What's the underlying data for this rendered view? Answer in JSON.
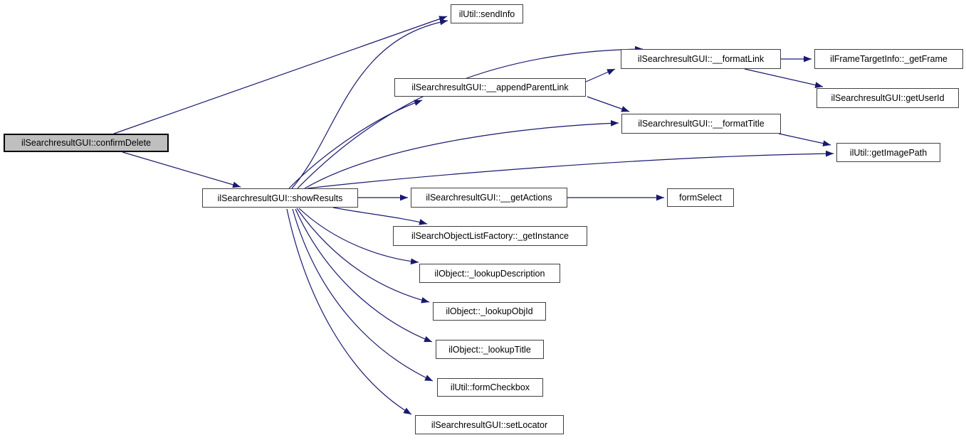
{
  "diagram": {
    "type": "call-graph",
    "background_color": "#ffffff",
    "edge_color": "#191970",
    "node_border_color": "#404040",
    "current_node_fill": "#bfbfbf",
    "nodes": {
      "confirmDelete": {
        "label": "ilSearchresultGUI::confirmDelete",
        "variant": "current"
      },
      "sendInfo": {
        "label": "ilUtil::sendInfo"
      },
      "showResults": {
        "label": "ilSearchresultGUI::showResults"
      },
      "appendParentLink": {
        "label": "ilSearchresultGUI::__appendParentLink"
      },
      "formatLink": {
        "label": "ilSearchresultGUI::__formatLink"
      },
      "getFrame": {
        "label": "ilFrameTargetInfo::_getFrame"
      },
      "getUserId": {
        "label": "ilSearchresultGUI::getUserId"
      },
      "formatTitle": {
        "label": "ilSearchresultGUI::__formatTitle"
      },
      "getImagePath": {
        "label": "ilUtil::getImagePath"
      },
      "getActions": {
        "label": "ilSearchresultGUI::__getActions"
      },
      "formSelect": {
        "label": "formSelect"
      },
      "getInstance": {
        "label": "ilSearchObjectListFactory::_getInstance"
      },
      "lookupDescription": {
        "label": "ilObject::_lookupDescription"
      },
      "lookupObjId": {
        "label": "ilObject::_lookupObjId"
      },
      "lookupTitle": {
        "label": "ilObject::_lookupTitle"
      },
      "formCheckbox": {
        "label": "ilUtil::formCheckbox"
      },
      "setLocator": {
        "label": "ilSearchresultGUI::setLocator"
      }
    },
    "edges": [
      {
        "from": "confirmDelete",
        "to": "sendInfo"
      },
      {
        "from": "confirmDelete",
        "to": "showResults"
      },
      {
        "from": "showResults",
        "to": "sendInfo"
      },
      {
        "from": "showResults",
        "to": "formatLink"
      },
      {
        "from": "showResults",
        "to": "appendParentLink"
      },
      {
        "from": "showResults",
        "to": "formatTitle"
      },
      {
        "from": "showResults",
        "to": "getImagePath"
      },
      {
        "from": "showResults",
        "to": "getActions"
      },
      {
        "from": "showResults",
        "to": "getInstance"
      },
      {
        "from": "showResults",
        "to": "lookupDescription"
      },
      {
        "from": "showResults",
        "to": "lookupObjId"
      },
      {
        "from": "showResults",
        "to": "lookupTitle"
      },
      {
        "from": "showResults",
        "to": "formCheckbox"
      },
      {
        "from": "showResults",
        "to": "setLocator"
      },
      {
        "from": "appendParentLink",
        "to": "formatLink"
      },
      {
        "from": "appendParentLink",
        "to": "formatTitle"
      },
      {
        "from": "formatLink",
        "to": "getFrame"
      },
      {
        "from": "formatLink",
        "to": "getUserId"
      },
      {
        "from": "formatTitle",
        "to": "getImagePath"
      },
      {
        "from": "getActions",
        "to": "formSelect"
      }
    ]
  }
}
